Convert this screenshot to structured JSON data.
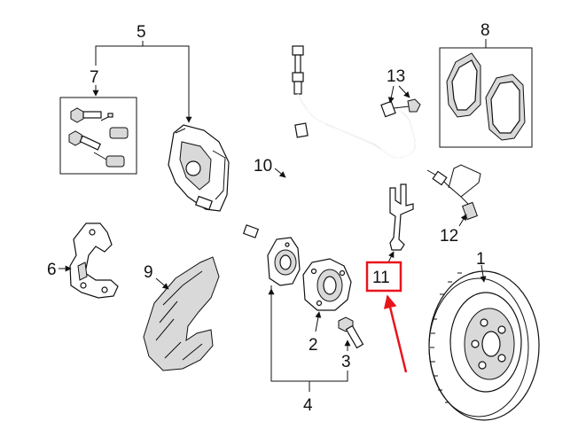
{
  "callouts": {
    "n1": "1",
    "n2": "2",
    "n3": "3",
    "n4": "4",
    "n5": "5",
    "n6": "6",
    "n7": "7",
    "n8": "8",
    "n9": "9",
    "n10": "10",
    "n11": "11",
    "n12": "12",
    "n13": "13"
  },
  "highlight": {
    "callout": "11",
    "color": "#e8141c"
  }
}
